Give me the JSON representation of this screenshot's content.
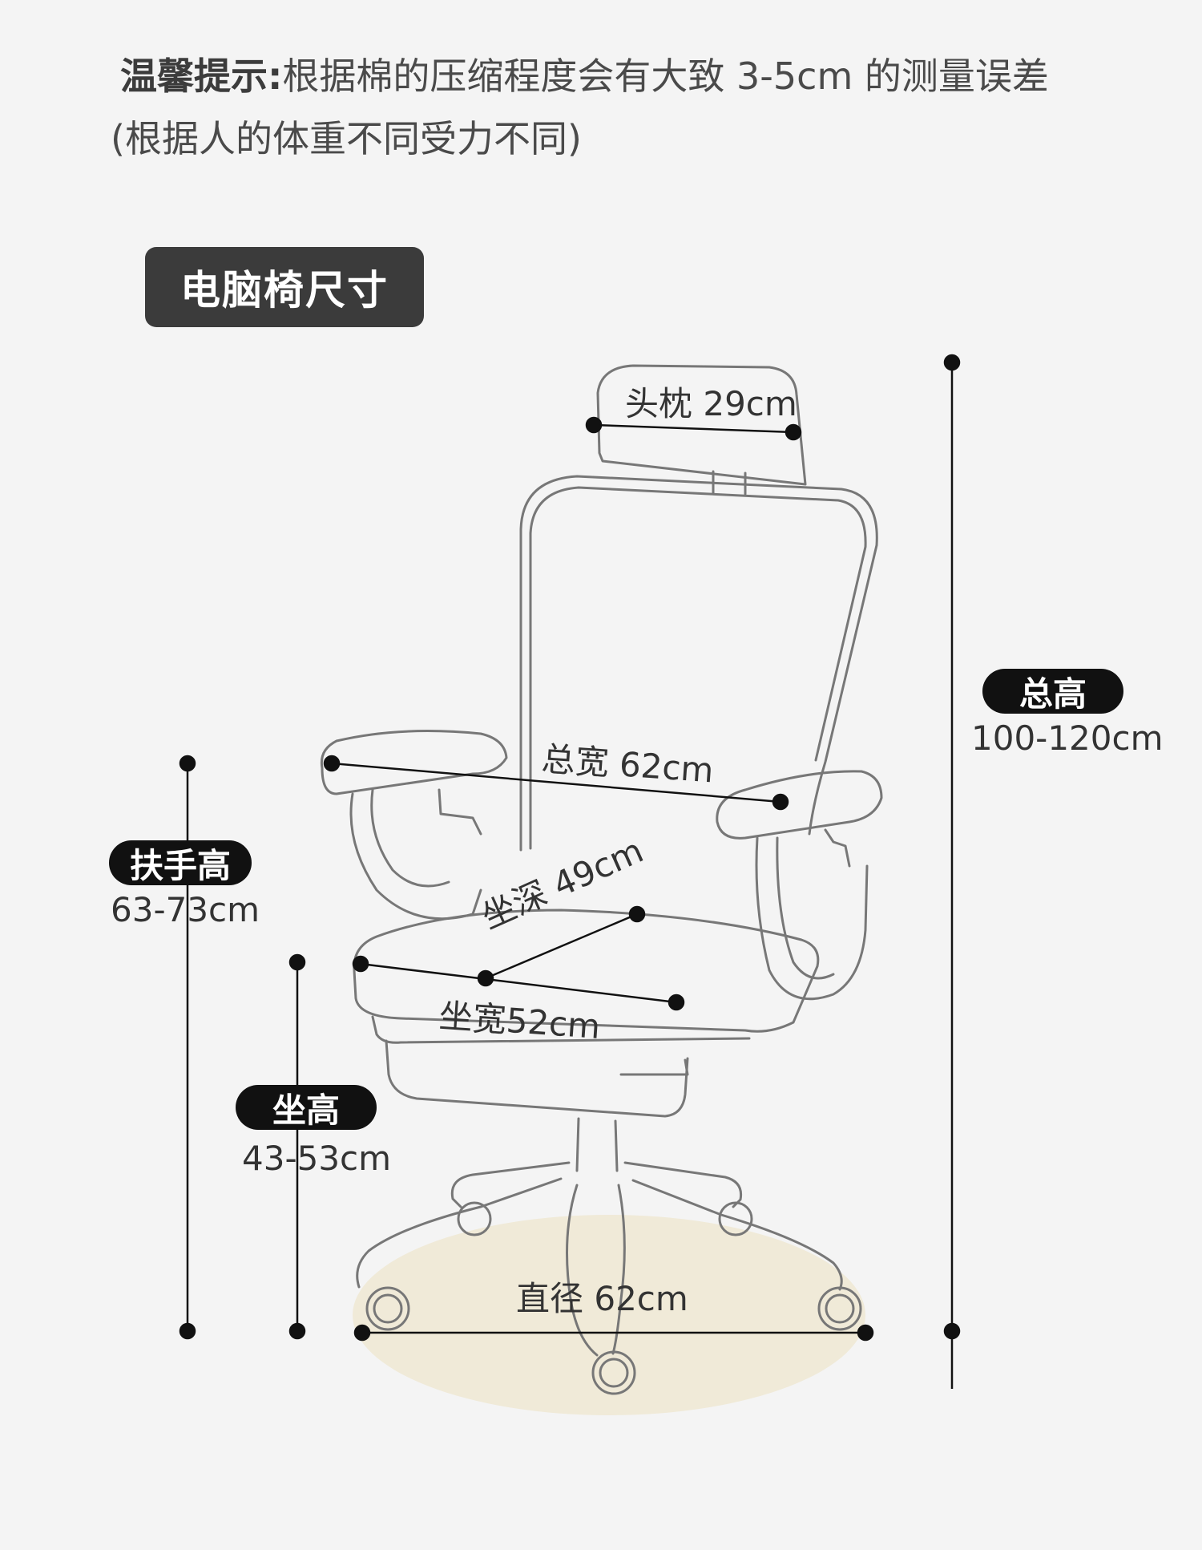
{
  "notice": {
    "label": "温馨提示:",
    "text": "根据棉的压缩程度会有大致 3-5cm 的测量误差",
    "subtext": "(根据人的体重不同受力不同)"
  },
  "section_title": "电脑椅尺寸",
  "dimensions": {
    "headrest": "头枕 29cm",
    "total_width": "总宽 62cm",
    "seat_depth": "坐深 49cm",
    "seat_width": "坐宽52cm",
    "base_diameter": "直径 62cm",
    "total_height": {
      "label": "总高",
      "value": "100-120cm"
    },
    "armrest_height": {
      "label": "扶手高",
      "value": "63-73cm"
    },
    "seat_height": {
      "label": "坐高",
      "value": "43-53cm"
    }
  },
  "colors": {
    "line": "#111111",
    "outline": "#777777",
    "floor_shadow": "#f0ead8",
    "badge": "#3b3b3b"
  }
}
